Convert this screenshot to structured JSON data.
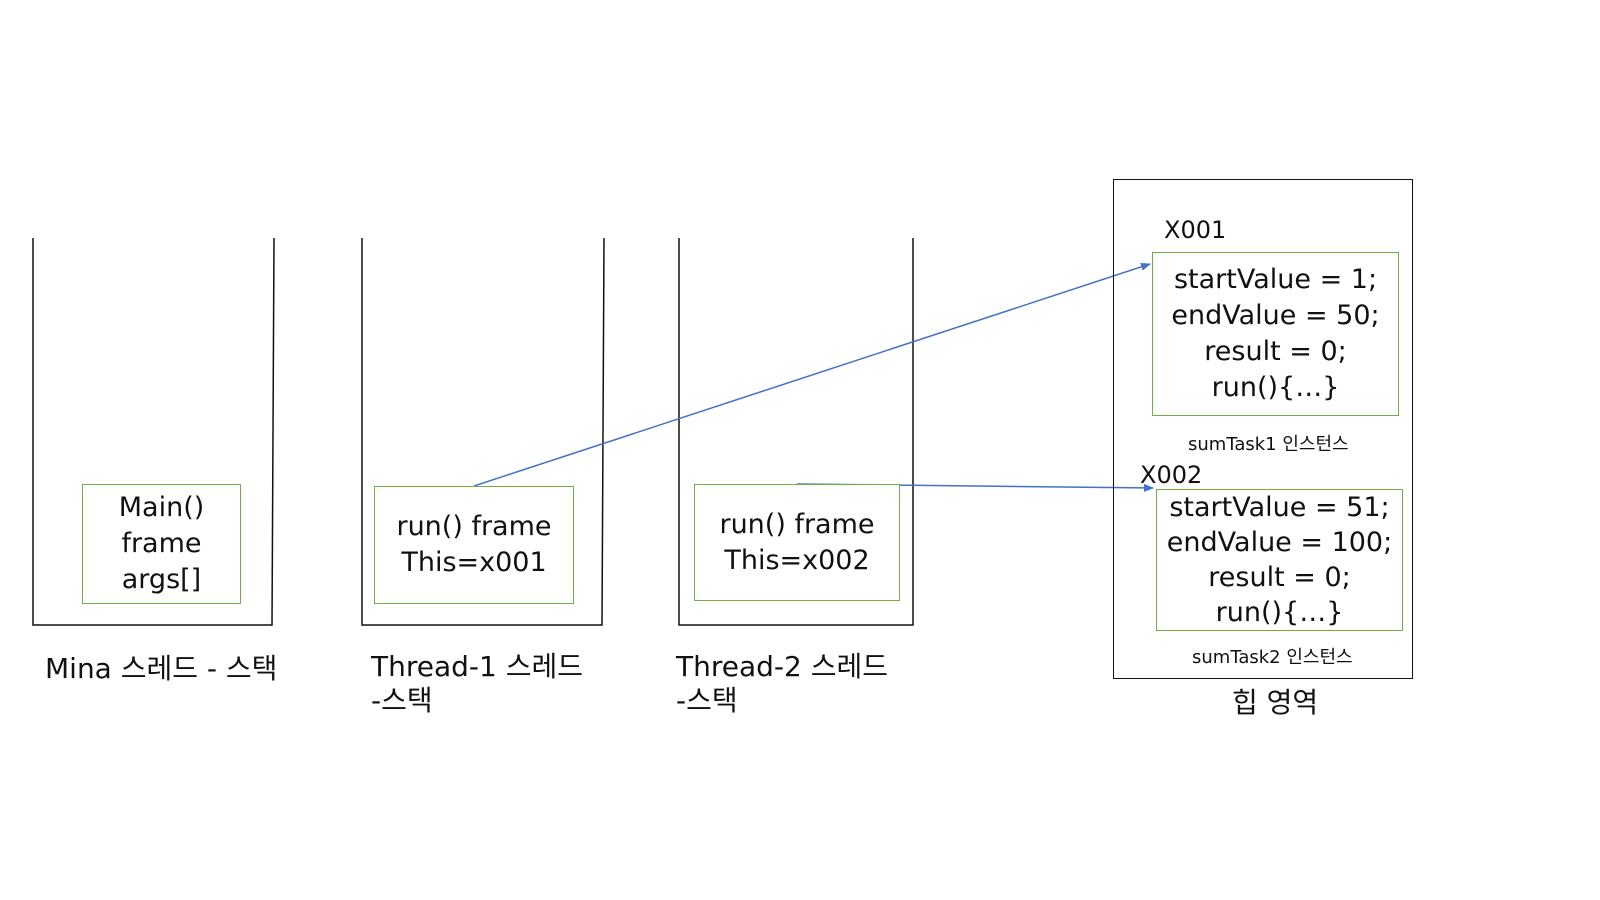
{
  "stacks": [
    {
      "label": "Mina 스레드 - 스택",
      "frame_lines": [
        "Main()",
        "frame",
        "args[]"
      ]
    },
    {
      "label_lines": [
        "Thread-1 스레드",
        "-스택"
      ],
      "frame_lines": [
        "run() frame",
        "This=x001"
      ]
    },
    {
      "label_lines": [
        "Thread-2 스레드",
        "-스택"
      ],
      "frame_lines": [
        "run() frame",
        "This=x002"
      ]
    }
  ],
  "heap": {
    "label": "힙 영역",
    "instances": [
      {
        "address": "X001",
        "fields": [
          "startValue = 1;",
          "endValue = 50;",
          "result = 0;",
          "run(){…}"
        ],
        "name": "sumTask1 인스턴스"
      },
      {
        "address": "X002",
        "fields": [
          "startValue = 51;",
          "endValue = 100;",
          "result = 0;",
          "run(){…}"
        ],
        "name": "sumTask2 인스턴스"
      }
    ]
  },
  "colors": {
    "frame_border": "#70ad47",
    "arrow": "#4472c4",
    "outline": "#111111"
  }
}
